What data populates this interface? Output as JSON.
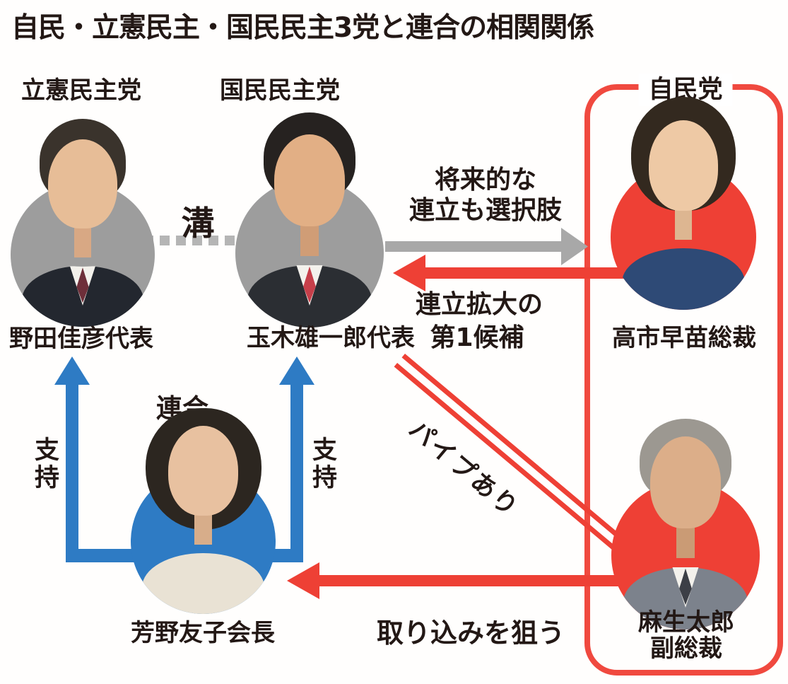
{
  "title": "自民・立憲民主・国民民主3党と連合の相関関係",
  "groups": {
    "cdp_label": "立憲民主党",
    "dpp_label": "国民民主党",
    "ldp_label": "自民党",
    "rengo_label": "連合"
  },
  "people": {
    "noda": "野田佳彦代表",
    "tamaki": "玉木雄一郎代表",
    "takaichi": "高市早苗総裁",
    "aso_line1": "麻生太郎",
    "aso_line2": "副総裁",
    "yoshino": "芳野友子会長"
  },
  "relations": {
    "rift": "溝",
    "future_line1": "将来的な",
    "future_line2": "連立も選択肢",
    "expand_line1": "連立拡大の",
    "expand_line2": "第1候補",
    "pipe": "パイプあり",
    "support_left": "支持",
    "support_right": "支持",
    "win_over": "取り込みを狙う"
  },
  "colors": {
    "red": "#ee4035",
    "red_box_border": "#f0493f",
    "blue": "#2e7bc4",
    "gray_arrow": "#a8a8a8",
    "gray_circle": "#9d9d9d",
    "gray_dotted": "#b5b5b5",
    "text": "#231815",
    "background": "#ffffff"
  }
}
